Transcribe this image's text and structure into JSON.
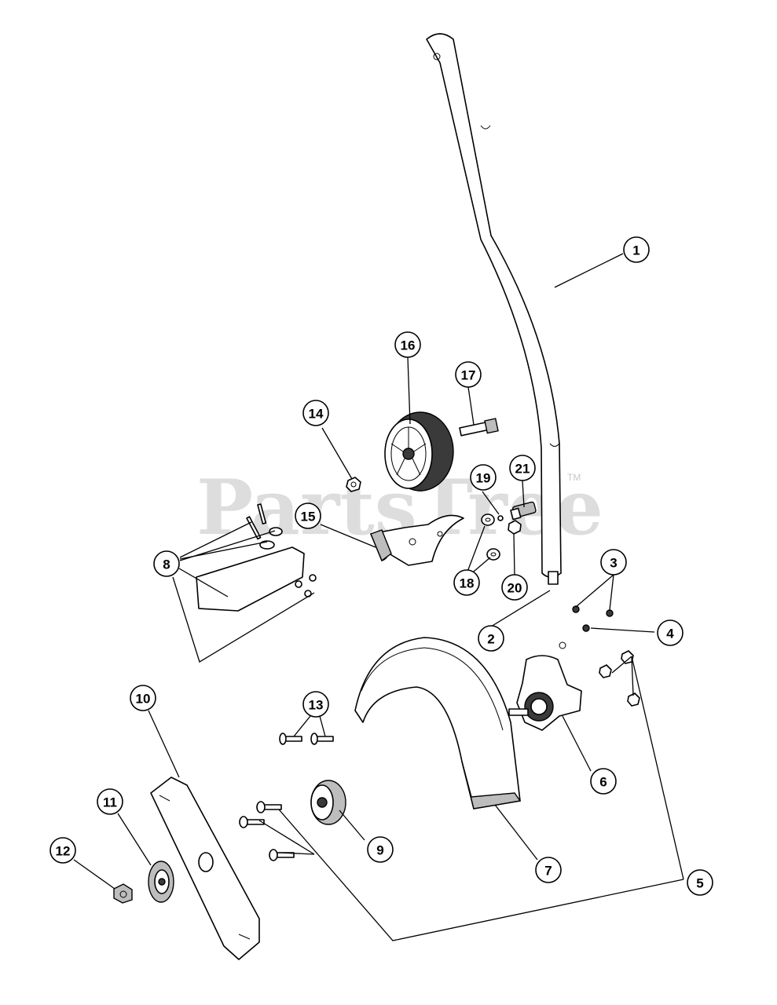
{
  "watermark": {
    "text": "PartsTree",
    "trademark": "TM"
  },
  "callouts": [
    {
      "label": "1"
    },
    {
      "label": "2"
    },
    {
      "label": "3"
    },
    {
      "label": "4"
    },
    {
      "label": "5"
    },
    {
      "label": "6"
    },
    {
      "label": "7"
    },
    {
      "label": "8"
    },
    {
      "label": "9"
    },
    {
      "label": "10"
    },
    {
      "label": "11"
    },
    {
      "label": "12"
    },
    {
      "label": "13"
    },
    {
      "label": "14"
    },
    {
      "label": "15"
    },
    {
      "label": "16"
    },
    {
      "label": "17"
    },
    {
      "label": "18"
    },
    {
      "label": "19"
    },
    {
      "label": "20"
    },
    {
      "label": "21"
    }
  ]
}
